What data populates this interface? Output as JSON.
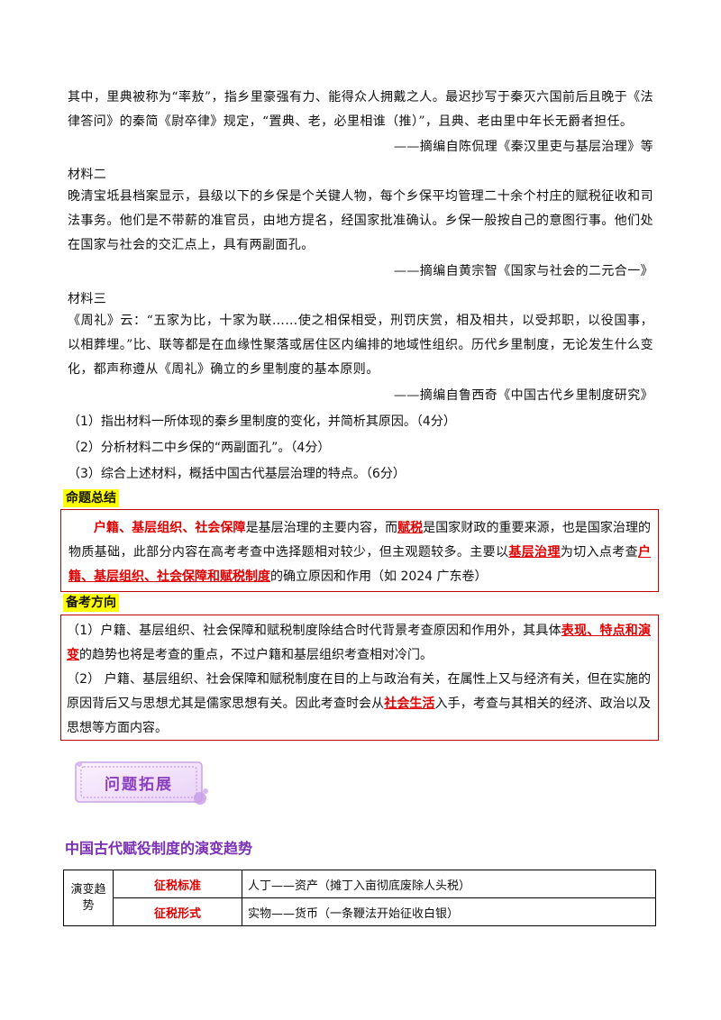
{
  "material1": {
    "text": "其中，里典被称为“率敖”，指乡里豪强有力、能得众人拥戴之人。最迟抄写于秦灭六国前后且晚于《法律答问》的秦简《尉卒律》规定，“置典、老，必里相谁（推）”，且典、老由里中年长无爵者担任。",
    "source": "——摘编自陈侃理《秦汉里吏与基层治理》等"
  },
  "material2": {
    "label": "材料二",
    "text": "晚清宝坻县档案显示，县级以下的乡保是个关键人物，每个乡保平均管理二十余个村庄的赋税征收和司法事务。他们是不带薪的准官员，由地方提名，经国家批准确认。乡保一般按自己的意图行事。他们处在国家与社会的交汇点上，具有两副面孔。",
    "source": "——摘编自黄宗智《国家与社会的二元合一》"
  },
  "material3": {
    "label": "材料三",
    "text": "《周礼》云：“五家为比，十家为联……使之相保相受，刑罚庆赏，相及相共，以受邦职，以役国事，以相葬埋。”比、联等都是在血缘性聚落或居住区内编排的地域性组织。历代乡里制度，无论发生什么变化，都声称遵从《周礼》确立的乡里制度的基本原则。",
    "source": "——摘编自鲁西奇《中国古代乡里制度研究》"
  },
  "questions": [
    "（1）指出材料一所体现的秦乡里制度的变化，并简析其原因。（4分）",
    "（2）分析材料二中乡保的“两副面孔”。（4分）",
    "（3）综合上述材料，概括中国古代基层治理的特点。（6分）"
  ],
  "summary": {
    "heading": "命题总结",
    "p1_red": "户籍、基层组织、社会保障",
    "p1_a": "是基层治理的主要内容，而",
    "p1_red2": "赋税",
    "p1_b": "是国家财政的重要来源，也是国家治理的物质基础，此部分内容在高考考查中选择题相对较少，但主观题较多。主要以",
    "p1_red3": "基层治理",
    "p1_c": "为切入点考查",
    "p1_red4": "户籍、基层组织、社会保障和赋税制度",
    "p1_d": "的确立原因和作用（如 2024 广东卷）"
  },
  "prep": {
    "heading": "备考方向",
    "p1_a": "（1）户籍、基层组织、社会保障和赋税制度除结合时代背景考查原因和作用外，其具体",
    "p1_red": "表现、特点和演变",
    "p1_b": "的趋势也将是考查的重点，不过户籍和基层组织考查相对冷门。",
    "p2_a": "（2）  户籍、基层组织、社会保障和赋税制度在目的上与政治有关，在属性上又与经济有关，但在实施的原因背后又与思想尤其是儒家思想有关。因此考查时会从",
    "p2_red": "社会生活",
    "p2_b": "入手，考查与其相关的经济、政治以及思想等方面内容。"
  },
  "banner": {
    "text": "问题拓展"
  },
  "subtitle": "中国古代赋役制度的演变趋势",
  "table": {
    "row_header": "演变趋势",
    "rows": [
      {
        "label": "征税标准",
        "value": "人丁——资产（摊丁入亩彻底废除人头税）"
      },
      {
        "label": "征税形式",
        "value": "实物——货币（一条鞭法开始征收白银）"
      }
    ]
  },
  "colors": {
    "accent_red": "#e00000",
    "highlight_yellow": "#ffff00",
    "purple": "#7b2fb5",
    "banner_bg": "#f3e6fb"
  }
}
